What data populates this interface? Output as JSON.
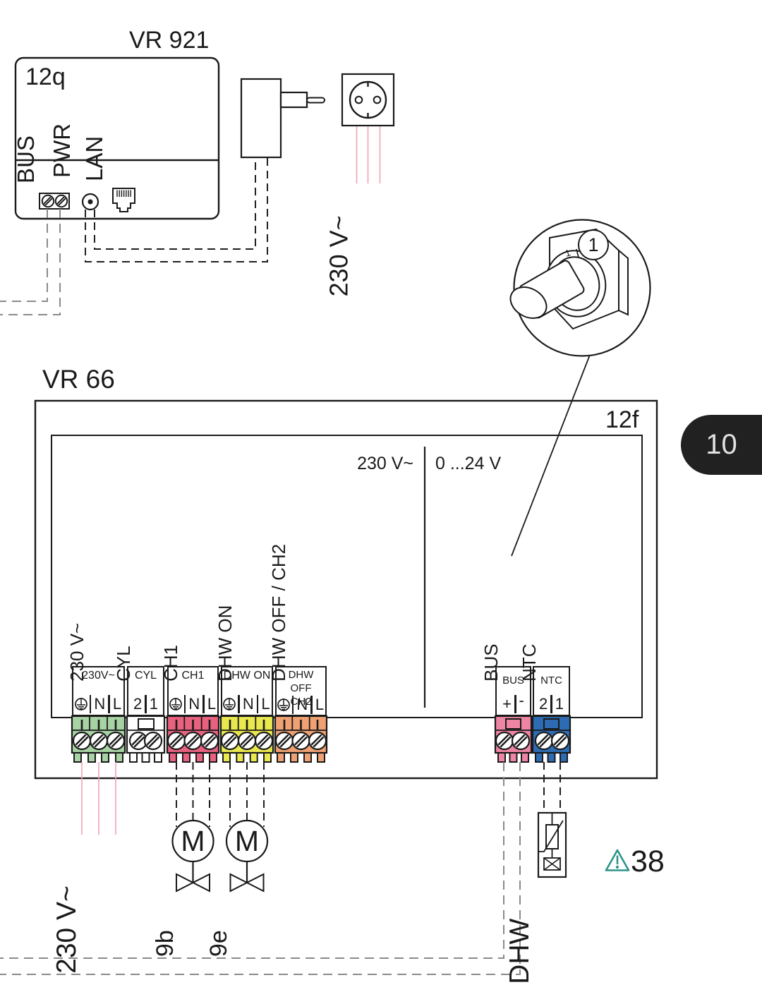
{
  "page": {
    "tab_label": "10",
    "tab_bg": "#212121",
    "tab_fg": "#e2e2e2"
  },
  "vr921": {
    "title": "VR 921",
    "ref": "12q",
    "ports": [
      {
        "label": "BUS"
      },
      {
        "label": "PWR"
      },
      {
        "label": "LAN"
      }
    ]
  },
  "power": {
    "socket_voltage": "230 V~"
  },
  "callout": {
    "number": "1",
    "knob_mark": "1"
  },
  "vr66": {
    "title": "VR 66",
    "ref": "12f",
    "zones": {
      "left": "230 V~",
      "right": "0 ...24 V"
    },
    "terminals": [
      {
        "rot_label": "230 V~",
        "box_label": "230V~",
        "pins": [
          "N",
          "L"
        ],
        "color": "#a7d2a4"
      },
      {
        "rot_label": "CYL",
        "box_label": "CYL",
        "pins": [
          "2",
          "1"
        ],
        "color": "#ffffff"
      },
      {
        "rot_label": "CH1",
        "box_label": "CH1",
        "pins": [
          "N",
          "L"
        ],
        "color": "#e8617f"
      },
      {
        "rot_label": "DHW ON",
        "box_label": "DHW ON",
        "pins": [
          "N",
          "L"
        ],
        "color": "#e9e84e"
      },
      {
        "rot_label": "DHW OFF / CH2",
        "box_label_line1": "DHW OFF",
        "box_label_line2": "CH2",
        "pins": [
          "N",
          "L"
        ],
        "color": "#efa173"
      },
      {
        "rot_label": "BUS",
        "box_label": "BUS",
        "pins": [
          "+",
          "-"
        ],
        "color": "#ee85a4"
      },
      {
        "rot_label": "NTC",
        "box_label": "NTC",
        "pins": [
          "2",
          "1"
        ],
        "color": "#2d6cb3"
      }
    ],
    "mains_voltage_label": "230 V~"
  },
  "actuators": {
    "motor_letter": "M",
    "items": [
      {
        "label": "9b"
      },
      {
        "label": "9e"
      }
    ]
  },
  "sensor": {
    "label": "DHW"
  },
  "note": {
    "number": "38",
    "color": "#2d948b"
  },
  "colors": {
    "line": "#1a1a1a",
    "wire_pink": "#f2a2b2",
    "wire_gray": "#8a8a8a"
  }
}
